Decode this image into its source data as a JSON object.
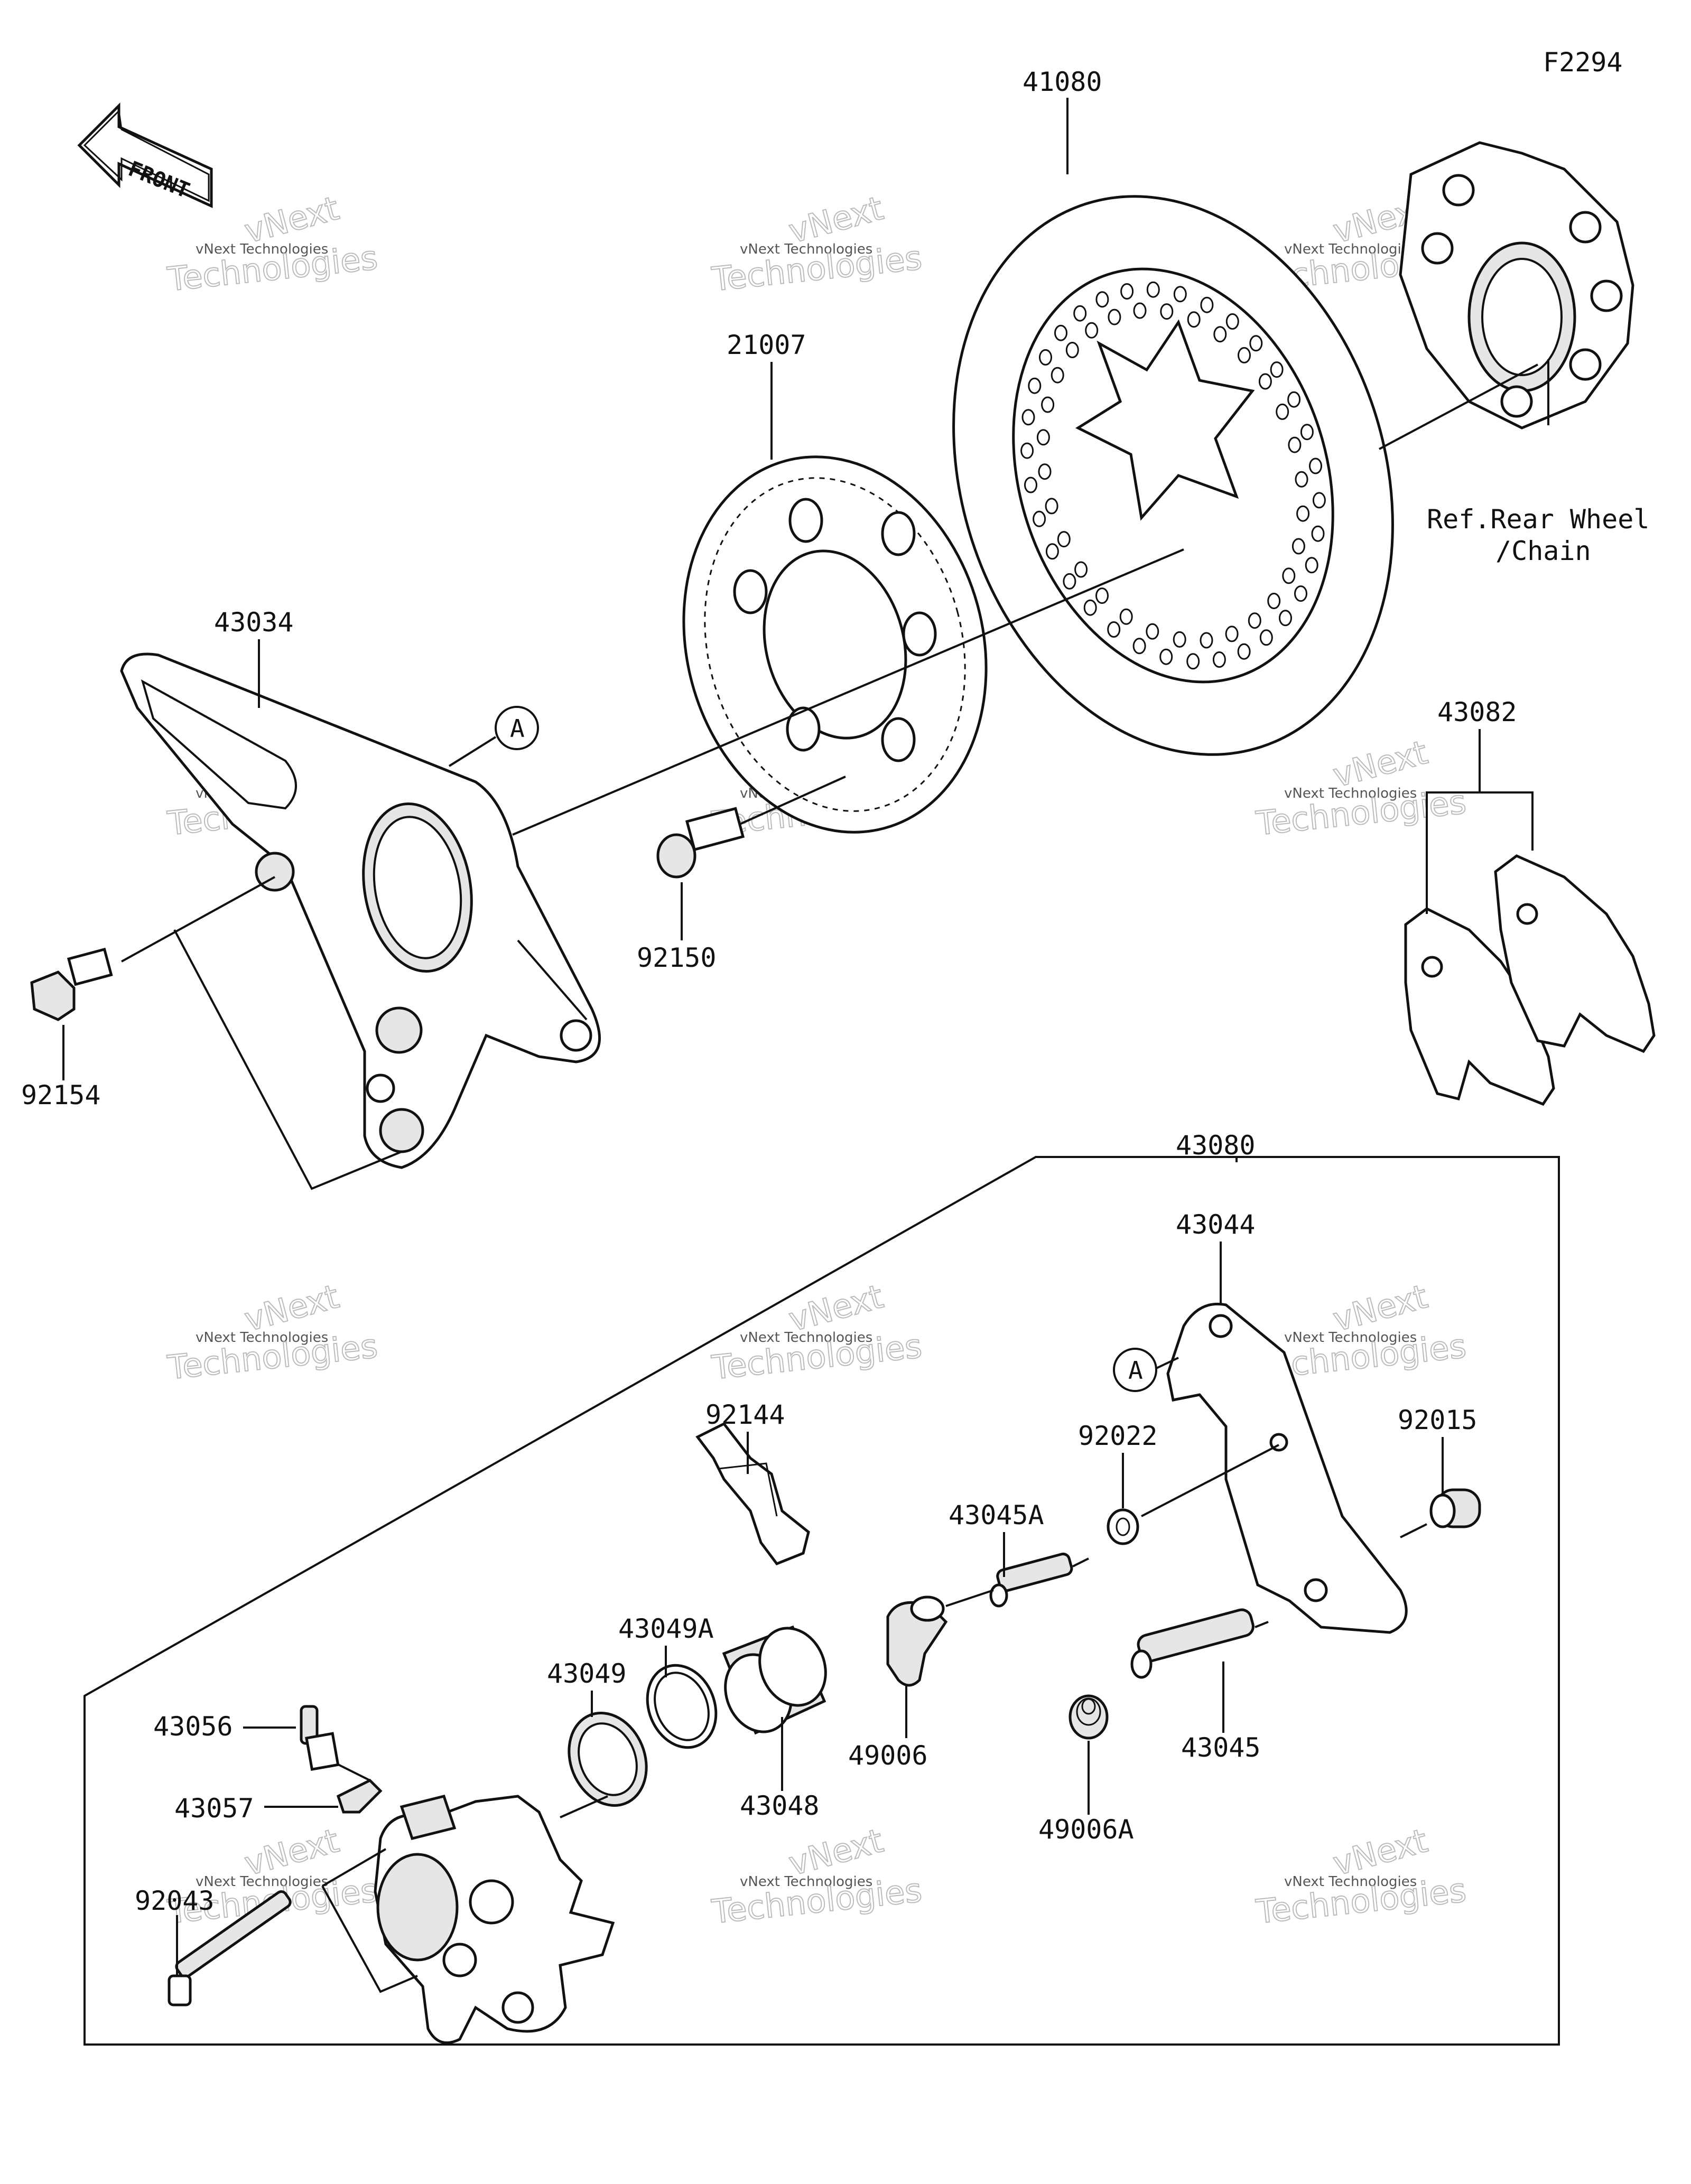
{
  "diagram_code": "F2294",
  "front_label": "FRONT",
  "callout_letter": "A",
  "watermark": {
    "line1": "vNext Technologies",
    "line2": "Technologies",
    "arc": "vNext"
  },
  "parts": {
    "p41080": "41080",
    "p21007": "21007",
    "p43034": "43034",
    "p92150": "92150",
    "p92154": "92154",
    "p43082": "43082",
    "p43080": "43080",
    "p43044": "43044",
    "p92022": "92022",
    "p92015": "92015",
    "p92144": "92144",
    "p43045A": "43045A",
    "p43049A": "43049A",
    "p43049": "43049",
    "p43056": "43056",
    "p43057": "43057",
    "p43048": "43048",
    "p49006": "49006",
    "p43045": "43045",
    "p49006A": "49006A",
    "p92043": "92043"
  },
  "ref_note": {
    "line1": "Ref.Rear Wheel",
    "line2": "/Chain"
  }
}
